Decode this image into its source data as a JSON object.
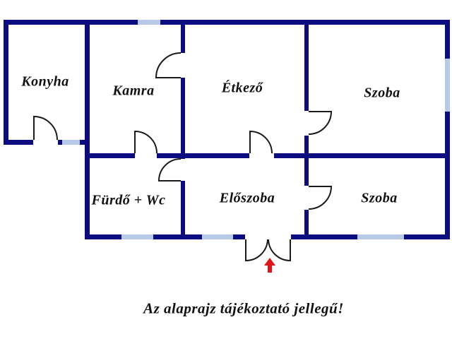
{
  "plan": {
    "rooms": [
      {
        "name": "Konyha"
      },
      {
        "name": "Kamra"
      },
      {
        "name": "Étkező"
      },
      {
        "name": "Szoba"
      },
      {
        "name": "Fürdő + Wc"
      },
      {
        "name": "Előszoba"
      },
      {
        "name": "Szoba"
      }
    ],
    "caption": "Az alaprajz tájékoztató jellegű!",
    "entrance_marker": "red-up-arrow",
    "colors": {
      "wall": "#0c0c80",
      "window": "#b7cbe9",
      "door_line": "#1a1a1a",
      "arrow": "#e01616",
      "text": "#111111",
      "background": "#ffffff"
    }
  }
}
